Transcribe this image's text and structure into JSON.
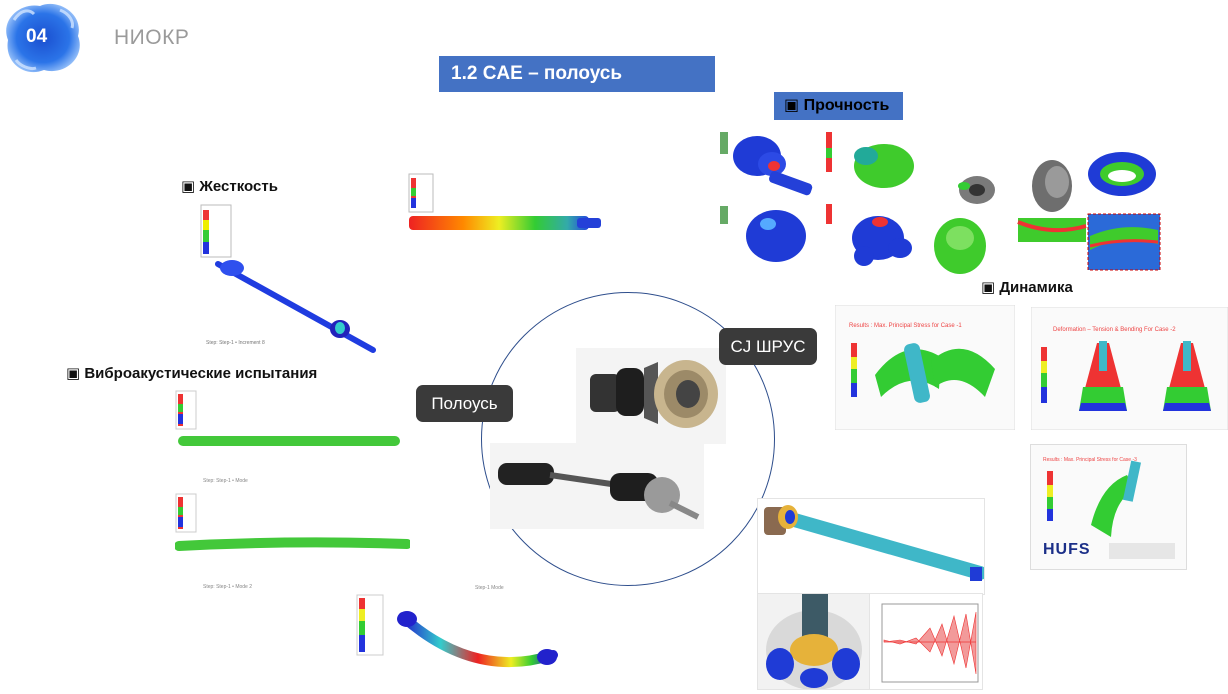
{
  "header": {
    "slide_number": "04",
    "section": "НИОКР"
  },
  "title": "1.2 CAE – полоусь",
  "labels": {
    "strength": "▣ Прочность",
    "stiffness": "▣ Жесткость",
    "vibro": "▣ Виброакустические испытания",
    "dynamics": "▣ Динамика"
  },
  "callouts": {
    "cv_joint": "CJ ШРУС",
    "half_shaft": "Полоусь"
  },
  "logo": "HUFS",
  "colors": {
    "accent_blue": "#4472c4",
    "callout_dark": "#3a3a3a",
    "fea_blue": "#1d3fd6",
    "fea_green": "#3fcb2c",
    "fea_red": "#e8261d",
    "shaft_cyan": "#3fb7c8"
  }
}
